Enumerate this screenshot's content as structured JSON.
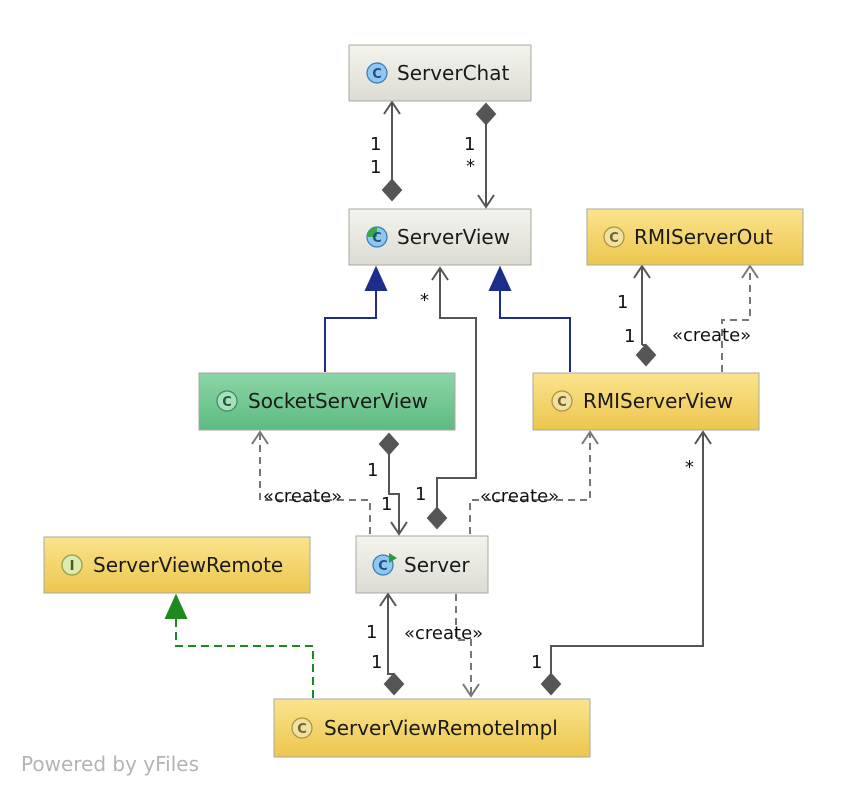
{
  "nodes": {
    "server_chat": {
      "label": "ServerChat",
      "kind": "class",
      "icon": "class-icon"
    },
    "server_view": {
      "label": "ServerView",
      "kind": "abstract-class",
      "icon": "abstract-class-icon"
    },
    "rmi_server_out": {
      "label": "RMIServerOut",
      "kind": "class",
      "icon": "class-icon"
    },
    "socket_server_view": {
      "label": "SocketServerView",
      "kind": "class",
      "icon": "class-icon"
    },
    "rmi_server_view": {
      "label": "RMIServerView",
      "kind": "class",
      "icon": "class-icon"
    },
    "server_view_remote": {
      "label": "ServerViewRemote",
      "kind": "interface",
      "icon": "interface-icon"
    },
    "server": {
      "label": "Server",
      "kind": "runnable-class",
      "icon": "runnable-class-icon"
    },
    "server_view_remote_impl": {
      "label": "ServerViewRemoteImpl",
      "kind": "class",
      "icon": "class-icon"
    }
  },
  "badges": {
    "class": "C",
    "interface": "I"
  },
  "edges": {
    "chat_to_view": {
      "src_mult": "1",
      "dst_mult": "1"
    },
    "chat_views": {
      "src_mult": "1",
      "dst_mult": "*"
    },
    "rmiview_to_out": {
      "src_mult": "1",
      "dst_mult": "1"
    },
    "rmiview_creates_out": {
      "stereotype": "«create»"
    },
    "server_to_view": {
      "src_mult": "1",
      "dst_mult": "*"
    },
    "socket_to_server": {
      "src_mult": "1",
      "dst_mult": "1"
    },
    "server_creates_socket": {
      "stereotype": "«create»"
    },
    "server_creates_rmi": {
      "stereotype": "«create»"
    },
    "impl_to_server": {
      "src_mult": "1",
      "dst_mult": "1"
    },
    "server_creates_impl": {
      "stereotype": "«create»"
    },
    "impl_to_rmiview": {
      "src_mult": "1",
      "dst_mult": "*"
    }
  },
  "footer": "Powered by yFiles",
  "colors": {
    "class_fill_top": "#f4f4ee",
    "class_fill_bottom": "#dcdcd4",
    "yellow_fill_top": "#fbe48e",
    "yellow_fill_bottom": "#ecc64e",
    "green_fill_top": "#8bd6a6",
    "green_fill_bottom": "#5dba82",
    "generalization": "#1c2d8c",
    "realization": "#1d8a1d",
    "association": "#555555",
    "dependency": "#777777"
  }
}
